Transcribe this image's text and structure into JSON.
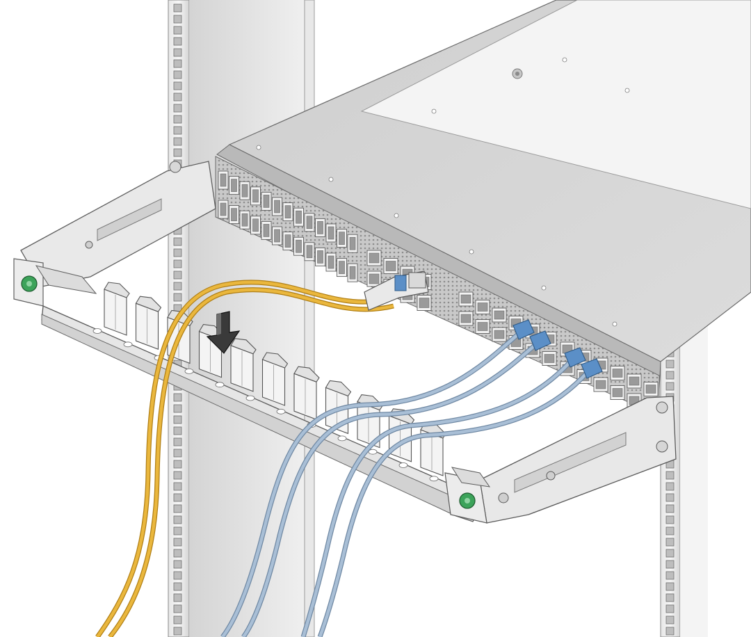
{
  "colors": {
    "background": "#ffffff",
    "rack_post": "#d9d9d9",
    "rack_face": "#f2f2f2",
    "chassis_top": "#d6d6d6",
    "chassis_panel": "#ececec",
    "chassis_front": "#bfbfbf",
    "bracket": "#e4e4e4",
    "outline": "#5a5a5a",
    "fiber_cable": "#e8b33a",
    "fiber_cable_edge": "#b07f16",
    "copper_cable": "#a9bfd6",
    "copper_cable_edge": "#6f88a3",
    "connector_blue": "#5b8fc7",
    "thumbscrew_green": "#3ca35a",
    "arrow": "#3a3a3a"
  },
  "components": {
    "rack_posts": 2,
    "cable_clips": 11,
    "fiber_cables": 2,
    "copper_cables": 4,
    "thumbscrews": 2
  },
  "icons": {
    "insert_direction": "arrow-down-icon",
    "thumbscrew": "thumbscrew-icon"
  }
}
